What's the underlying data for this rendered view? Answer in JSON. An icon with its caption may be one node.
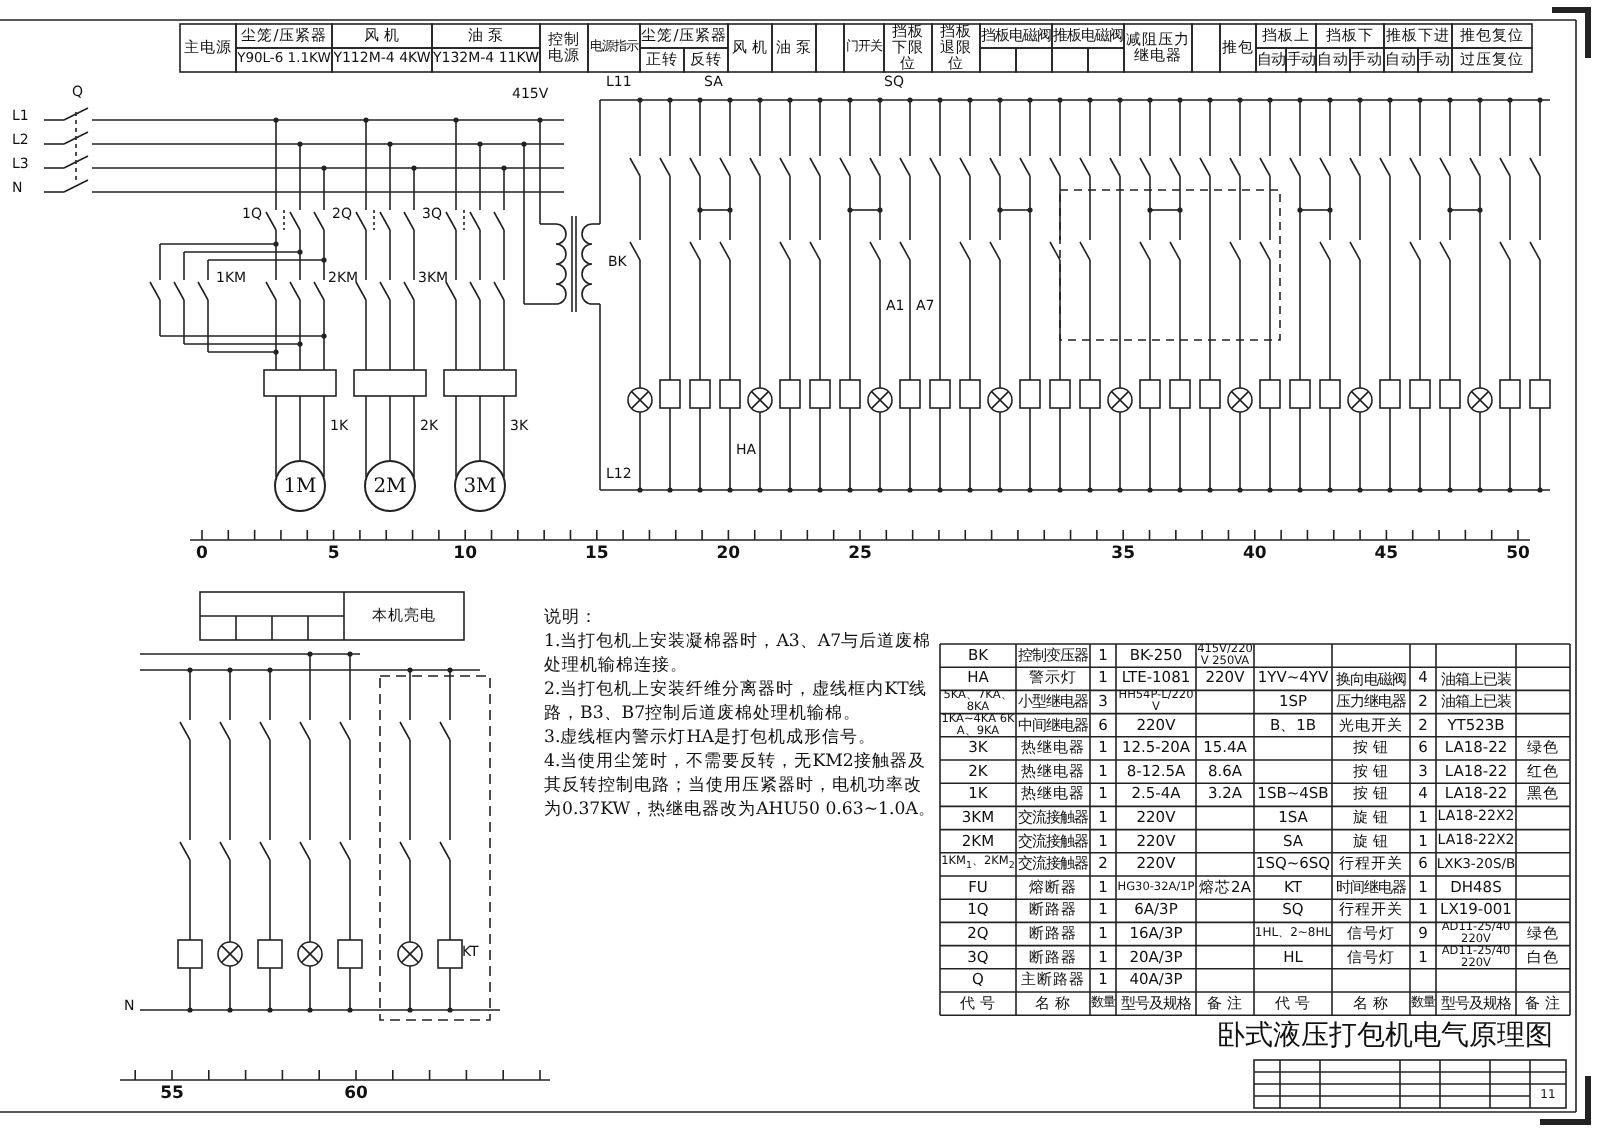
{
  "diagram": {
    "title": "卧式液压打包机电气原理图",
    "nodes": [
      {
        "text": [
          "1M"
        ]
      },
      {
        "text": [
          "2M"
        ]
      },
      {
        "text": [
          "3M"
        ]
      }
    ],
    "labels": [
      "主电源",
      "尘笼/压紧器",
      "Y90L-6 1.1KW",
      "风 机",
      "Y112M-4 4KW",
      "油 泵",
      "Y132M-4 11KW",
      "控制电源",
      "电源指示",
      "尘笼/压紧器",
      "正转",
      "反转",
      "风 机",
      "油 泵",
      "门开关",
      "挡板下限位",
      "挡板退限位",
      "挡板电磁阀",
      "推板电磁阀",
      "减阻压力继电器",
      "推包",
      "挡板上",
      "自动",
      "手动",
      "挡板下",
      "自动",
      "手动",
      "推板下进",
      "自动",
      "手动",
      "推包复位",
      "过压复位",
      "L1",
      "L2",
      "L3",
      "N",
      "Q",
      "1Q",
      "2Q",
      "3Q",
      "1KM",
      "2KM",
      "3KM",
      "1K",
      "2K",
      "3K",
      "415V",
      "L11",
      "L12",
      "BK",
      "SA",
      "SQ",
      "HA",
      "A1",
      "A7",
      "0",
      "5",
      "10",
      "15",
      "20",
      "25",
      "35",
      "40",
      "45",
      "50",
      "55",
      "60",
      "本机亮电",
      "N",
      "KT",
      "说明：",
      "1.当打包机上安装凝棉器时，A3、A7与后道废棉处理机输棉连接。",
      "2.当打包机上安装纤维分离器时，虚线框内KT线路，B3、B7控制后道废棉处理机输棉。",
      "3.虚线框内警示灯HA是打包机成形信号。",
      "4.当使用尘笼时，不需要反转，无KM2接触器及其反转控制电路；当使用压紧器时，电机功率改为0.37KW，热继电器改为AHU50 0.63~1.0A。",
      "BK",
      "控制变压器",
      "1",
      "BK-250",
      "415V/220V 250VA",
      "HA",
      "警示灯",
      "1",
      "LTE-1081",
      "220V",
      "1YV~4YV",
      "换向电磁阀",
      "4",
      "油箱上已装",
      "5KA、7KA、8KA",
      "小型继电器",
      "3",
      "HH54P-L/220V",
      "1SP",
      "压力继电器",
      "2",
      "油箱上已装",
      "1KA~4KA 6KA、9KA",
      "中间继电器",
      "6",
      "220V",
      "B、1B",
      "光电开关",
      "2",
      "YT523B",
      "3K",
      "热继电器",
      "1",
      "12.5-20A",
      "15.4A",
      "按 钮",
      "6",
      "LA18-22",
      "绿色",
      "2K",
      "热继电器",
      "1",
      "8-12.5A",
      "8.6A",
      "按 钮",
      "3",
      "LA18-22",
      "红色",
      "1K",
      "热继电器",
      "1",
      "2.5-4A",
      "3.2A",
      "1SB~4SB",
      "按 钮",
      "4",
      "LA18-22",
      "黑色",
      "3KM",
      "交流接触器",
      "1",
      "220V",
      "1SA",
      "旋 钮",
      "1",
      "LA18-22X2",
      "2KM",
      "交流接触器",
      "1",
      "220V",
      "SA",
      "旋 钮",
      "1",
      "LA18-22X2",
      "1KM$_{1}$、2KM$_{2}$",
      "交流接触器",
      "2",
      "220V",
      "1SQ~6SQ",
      "行程开关",
      "6",
      "LXK3-20S/B",
      "FU",
      "熔断器",
      "1",
      "HG30-32A/1P",
      "熔芯2A",
      "KT",
      "时间继电器",
      "1",
      "DH48S",
      "1Q",
      "断路器",
      "1",
      "6A/3P",
      "SQ",
      "行程开关",
      "1",
      "LX19-001",
      "2Q",
      "断路器",
      "1",
      "16A/3P",
      "1HL、2~8HL",
      "信号灯",
      "9",
      "AD11-25/40 220V",
      "绿色",
      "3Q",
      "断路器",
      "1",
      "20A/3P",
      "HL",
      "信号灯",
      "1",
      "AD11-25/40 220V",
      "白色",
      "Q",
      "主断路器",
      "1",
      "40A/3P",
      "代 号",
      "名 称",
      "数量",
      "型号及规格",
      "备 注",
      "代 号",
      "名 称",
      "数量",
      "型号及规格",
      "备 注",
      "11"
    ]
  }
}
